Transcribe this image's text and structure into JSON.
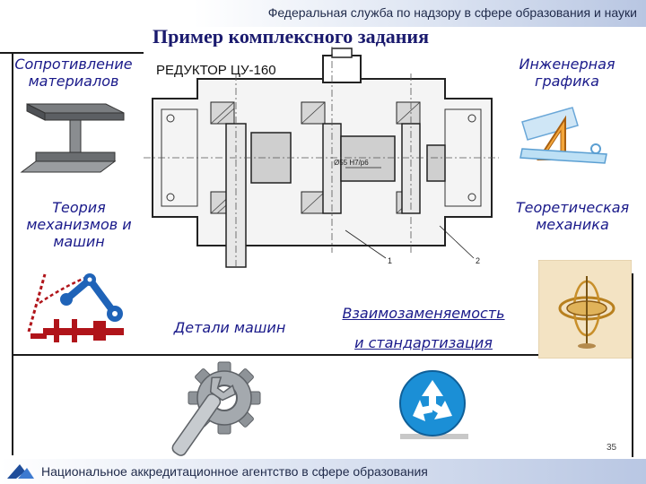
{
  "header": {
    "agency_text": "Федеральная служба по надзору в сфере образования и науки"
  },
  "slide": {
    "title": "Пример комплексного задания",
    "drawing_label": "РЕДУКТОР ЦУ-160",
    "drawing_dim": "Ø55 H7/p6",
    "callout_1": "1",
    "callout_2": "2",
    "subjects": {
      "strength_line1": "Сопротивление",
      "strength_line2": "материалов",
      "graphics_line1": "Инженерная",
      "graphics_line2": "графика",
      "mechanisms_line1": "Теория",
      "mechanisms_line2": "механизмов и",
      "mechanisms_line3": "машин",
      "theoretical_line1": "Теоретическая",
      "theoretical_line2": "механика",
      "machine_parts": "Детали машин",
      "interchange_line1": "Взаимозаменяемость",
      "interchange_line2": "и стандартизация"
    },
    "page_number": "35"
  },
  "footer": {
    "agency_text": "Национальное аккредитационное агентство в сфере образования"
  },
  "colors": {
    "subject_text": "#1a1a8a",
    "title": "#1a1a6e",
    "red_accent": "#b0141a",
    "blue_accent": "#1b8fd6"
  }
}
